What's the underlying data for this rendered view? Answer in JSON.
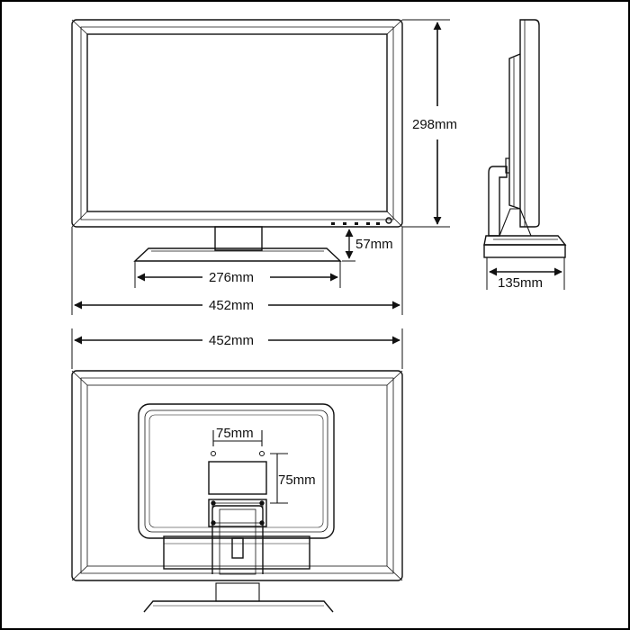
{
  "dimensions": {
    "front_width": "452mm",
    "front_height": "298mm",
    "base_width": "276mm",
    "stand_height": "57mm",
    "side_depth": "135mm",
    "back_width": "452mm",
    "vesa_horizontal": "75mm",
    "vesa_vertical": "75mm"
  }
}
